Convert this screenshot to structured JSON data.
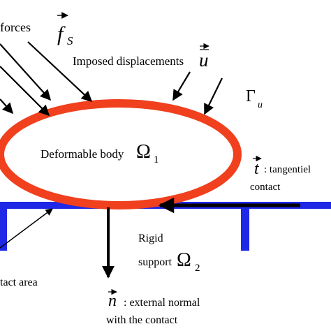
{
  "labels": {
    "forces": "forces",
    "forces_symbol": "f",
    "forces_subscript": "S",
    "imposed": "Imposed displacements",
    "imposed_symbol": "u",
    "gamma": "Γ",
    "gamma_sub": "u",
    "body": "Deformable body",
    "omega1": "Ω",
    "omega1_sub": "1",
    "t_symbol": "t",
    "t_text": ": tangentiel",
    "t_text2": "contact",
    "rigid1": "Rigid",
    "rigid2": "support",
    "omega2": "Ω",
    "omega2_sub": "2",
    "contact_area": "tact area",
    "n_symbol": "n",
    "n_text": ": external normal",
    "n_text2": "with the contact"
  },
  "colors": {
    "ellipse": "#f0401e",
    "support": "#1e28e6",
    "ink": "#000000"
  }
}
